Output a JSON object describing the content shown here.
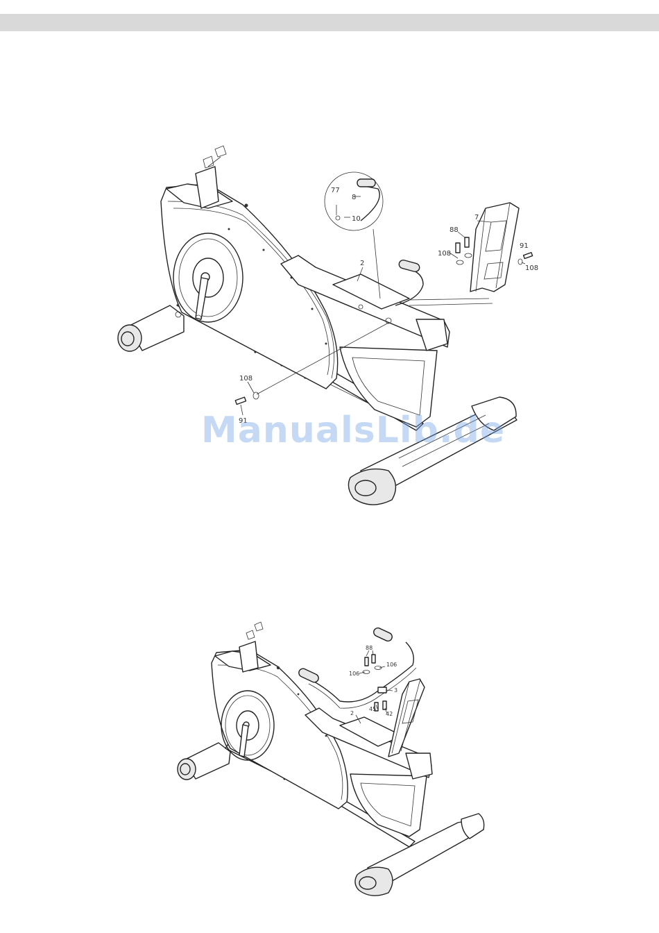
{
  "watermark": "ManualsLib.de",
  "figure_top": {
    "callouts": {
      "c77": "77",
      "c8": "8",
      "c10": "10",
      "c2": "2",
      "c7": "7",
      "c88": "88",
      "c108a": "108",
      "c91a": "91",
      "c108b": "108",
      "c108c": "108",
      "c91b": "91"
    }
  },
  "figure_bottom": {
    "callouts": {
      "c88": "88",
      "c106a": "106",
      "c106b": "106",
      "c3": "3",
      "c2": "2",
      "c45": "45",
      "c42": "42"
    }
  }
}
